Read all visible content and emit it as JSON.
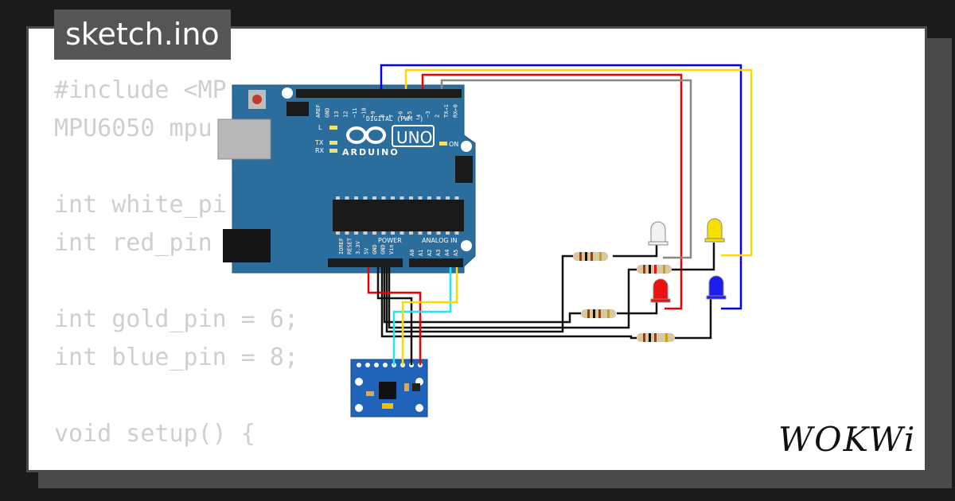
{
  "tab": {
    "filename": "sketch.ino"
  },
  "code": [
    "#include <MP",
    "MPU6050 mpu",
    "",
    "int white_pi",
    "int red_pin",
    "",
    "int gold_pin = 6;",
    "int blue_pin = 8;",
    "",
    "void setup() {"
  ],
  "board": {
    "model": "UNO",
    "brand": "ARDUINO",
    "header_digital": "DIGITAL (PWM ~)",
    "header_power": "POWER",
    "header_analog": "ANALOG IN",
    "led_l": "L",
    "led_tx": "TX",
    "led_rx": "RX",
    "led_on": "ON",
    "digital_pins": [
      "AREF",
      "GND",
      "13",
      "12",
      "~11",
      "~10",
      "~9",
      "8",
      "7",
      "~6",
      "~5",
      "4",
      "~3",
      "2",
      "TX→1",
      "RX←0"
    ],
    "power_pins": [
      "IOREF",
      "RESET",
      "3.3V",
      "5V",
      "GND",
      "GND",
      "Vin"
    ],
    "analog_pins": [
      "A0",
      "A1",
      "A2",
      "A3",
      "A4",
      "A5"
    ]
  },
  "leds": [
    {
      "name": "white",
      "color": "#f2f2f2"
    },
    {
      "name": "yellow",
      "color": "#f5e000"
    },
    {
      "name": "red",
      "color": "#ee1111"
    },
    {
      "name": "blue",
      "color": "#1d1dee"
    }
  ],
  "wire_colors": {
    "blue": "#0000ee",
    "yellow": "#ffd800",
    "red": "#ee0000",
    "gray": "#888888",
    "black": "#111111",
    "cyan": "#22e6f2"
  },
  "logo": {
    "text": "WOKWi"
  }
}
